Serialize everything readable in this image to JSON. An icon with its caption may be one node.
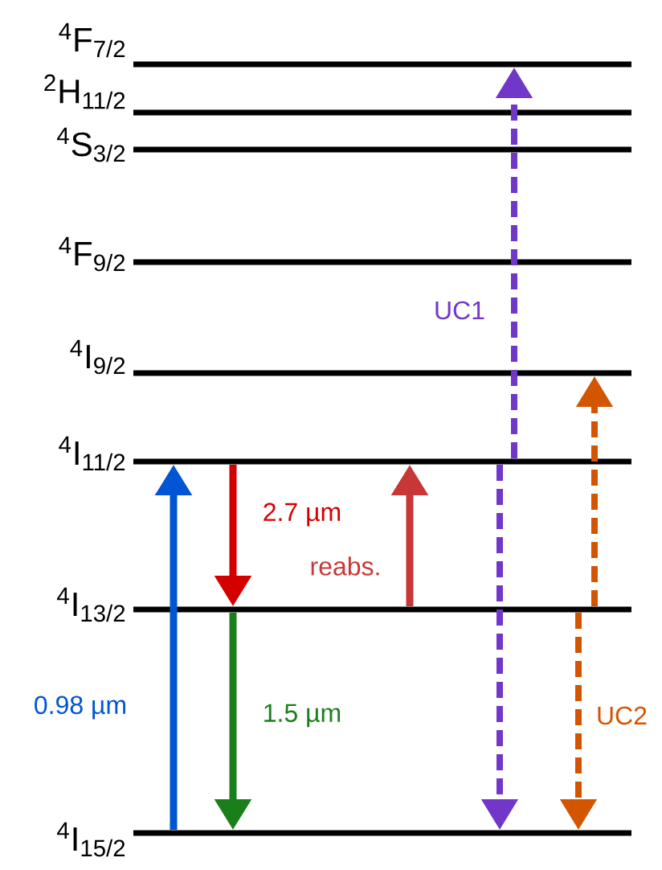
{
  "diagram": {
    "nodes": [
      {
        "text": [
          "$^{4}$F$_{7/2}$"
        ]
      },
      {
        "text": [
          "$^{2}$H$_{11/2}$"
        ]
      },
      {
        "text": [
          "$^{4}$S$_{3/2}$"
        ]
      },
      {
        "text": [
          "$^{4}$F$_{9/2}$"
        ]
      },
      {
        "text": [
          "$^{4}$I$_{9/2}$"
        ]
      },
      {
        "text": [
          "$^{4}$I$_{11/2}$"
        ]
      },
      {
        "text": [
          "$^{4}$I$_{13/2}$"
        ]
      },
      {
        "text": [
          "$^{4}$I$_{15/2}$"
        ]
      }
    ],
    "edges": [
      {
        "from": 7,
        "to": 5,
        "arrow": "to",
        "label": "0.98 µm",
        "color": "#0055d4"
      },
      {
        "from": 5,
        "to": 6,
        "arrow": "to",
        "label": "2.7 µm",
        "color": "#d40000"
      },
      {
        "from": 6,
        "to": 7,
        "arrow": "to",
        "label": "1.5 µm",
        "color": "#1a7f1a"
      },
      {
        "from": 6,
        "to": 5,
        "arrow": "to",
        "label": "reabs.",
        "color": "#c83737"
      },
      {
        "from": 5,
        "to": 0,
        "arrow": "to",
        "label": "UC1",
        "style": "dashed",
        "color": "#7137c8"
      },
      {
        "from": 5,
        "to": 7,
        "arrow": "to",
        "style": "dashed",
        "color": "#7137c8"
      },
      {
        "from": 6,
        "to": 4,
        "arrow": "to",
        "style": "dashed",
        "color": "#d45500"
      },
      {
        "from": 6,
        "to": 7,
        "arrow": "to",
        "label": "UC2",
        "style": "dashed",
        "color": "#d45500"
      }
    ]
  }
}
